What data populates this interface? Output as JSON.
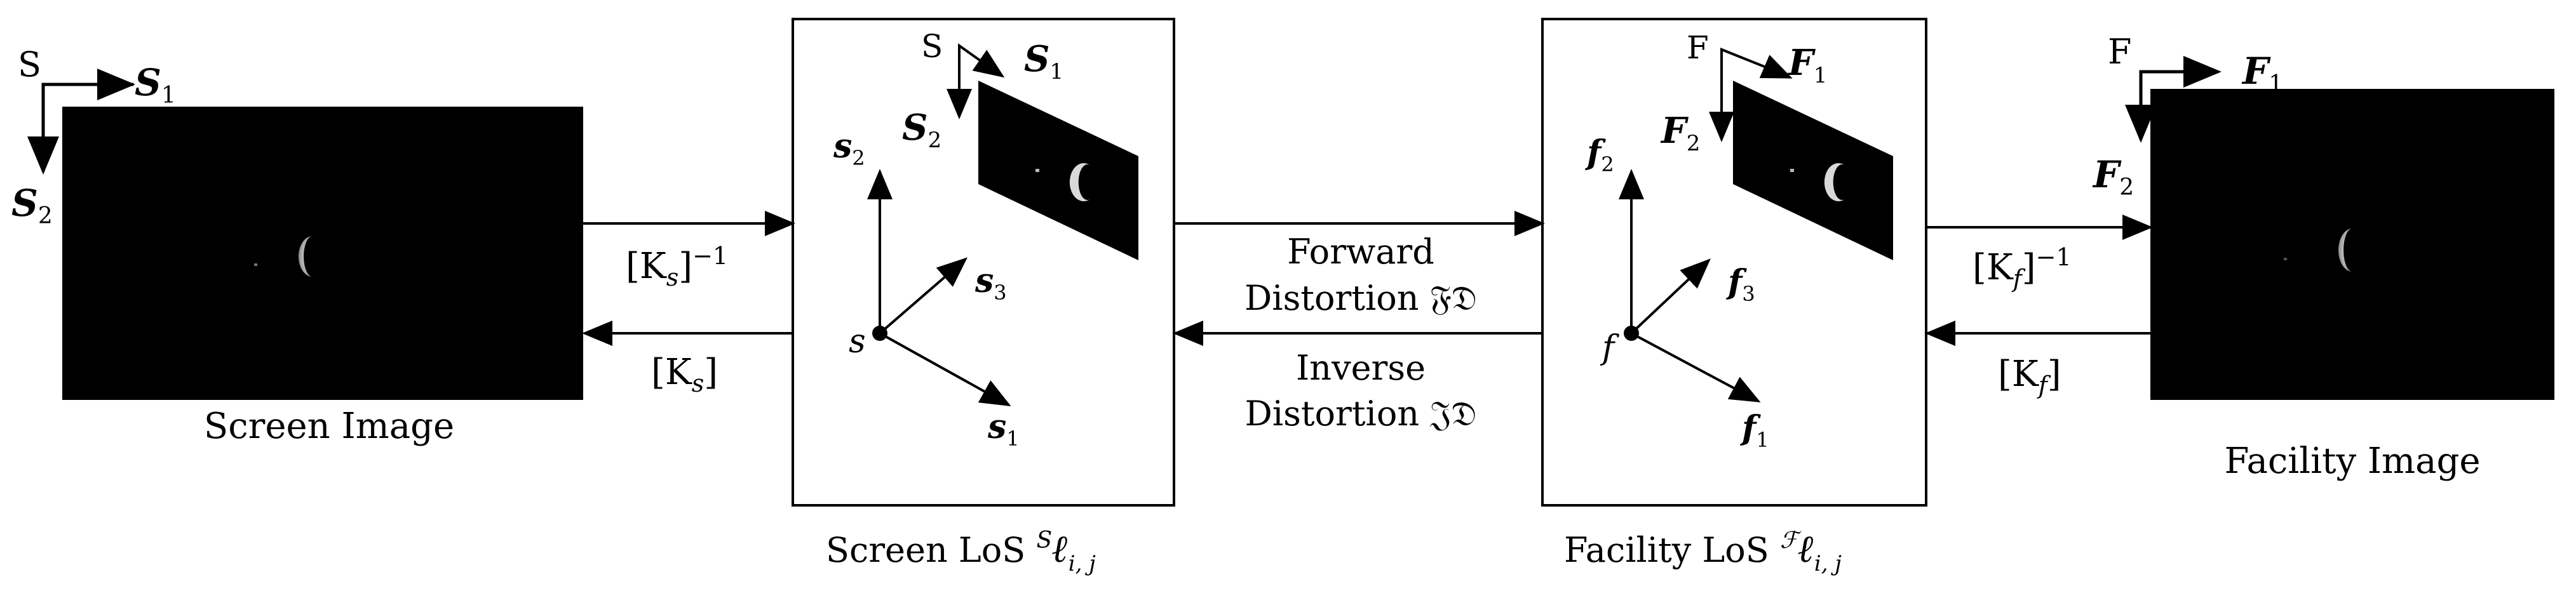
{
  "screen_image": {
    "caption": "Screen Image",
    "frame_origin": "S",
    "axis_1": "S",
    "axis_1_sub": "1",
    "axis_2": "S",
    "axis_2_sub": "2"
  },
  "screen_los": {
    "caption_prefix": "Screen LoS ",
    "caption_super": "S",
    "caption_symbol": "ℓ",
    "caption_sub": "i, j",
    "frame_origin": "S",
    "axis_1": "S",
    "axis_1_sub": "1",
    "axis_2": "S",
    "axis_2_sub": "2",
    "origin_label": "s",
    "vec_1": "s",
    "vec_1_sub": "1",
    "vec_2": "s",
    "vec_2_sub": "2",
    "vec_3": "s",
    "vec_3_sub": "3"
  },
  "facility_los": {
    "caption_prefix": "Facility LoS ",
    "caption_super": "ℱ",
    "caption_symbol": "ℓ",
    "caption_sub": "i, j",
    "frame_origin": "F",
    "axis_1": "F",
    "axis_1_sub": "1",
    "axis_2": "F",
    "axis_2_sub": "2",
    "origin_label": "f",
    "vec_1": "f",
    "vec_1_sub": "1",
    "vec_2": "f",
    "vec_2_sub": "2",
    "vec_3": "f",
    "vec_3_sub": "3"
  },
  "facility_image": {
    "caption": "Facility Image",
    "frame_origin": "F",
    "axis_1": "F",
    "axis_1_sub": "1",
    "axis_2": "F",
    "axis_2_sub": "2"
  },
  "links": {
    "screen_to_los": "[K",
    "screen_to_los_sub": "s",
    "screen_to_los_sup": "−1",
    "los_to_screen": "[K",
    "los_to_screen_sub": "s",
    "forward_line1": "Forward",
    "forward_line2": "Distortion 𝔉𝔇",
    "inverse_line1": "Inverse",
    "inverse_line2": "Distortion 𝔍𝔇",
    "facility_to_los": "[K",
    "facility_to_los_sub": "f",
    "facility_to_los_sup": "−1",
    "los_to_facility": "[K",
    "los_to_facility_sub": "f",
    "close_bracket": "]"
  },
  "colors": {
    "image_bg": "#000000",
    "moon_fill": "#cfcfcf",
    "stroke": "#000000"
  }
}
